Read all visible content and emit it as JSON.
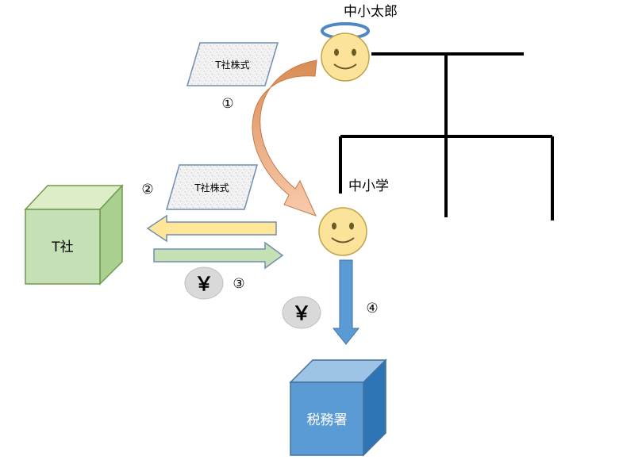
{
  "people": {
    "grandfather": "中小太郎",
    "grandchild": "中小学"
  },
  "entities": {
    "company": "T社",
    "tax_office": "税務署"
  },
  "certificates": {
    "top": "T社株式",
    "middle": "T社株式"
  },
  "steps": {
    "one": "①",
    "two": "②",
    "three": "③",
    "four": "④"
  },
  "coins": {
    "yen_left": "￥",
    "yen_right": "￥"
  },
  "colors": {
    "face": "#fbe49a",
    "halo": "#4f86c6",
    "company_box": "#c5e0b4",
    "tax_box": "#5b9bd5",
    "curved_arrow": "#f4b183",
    "left_arrow": "#ffe699",
    "right_arrow": "#c5e0b4",
    "down_arrow": "#5b9bd5",
    "coin": "#d9d9d9"
  }
}
